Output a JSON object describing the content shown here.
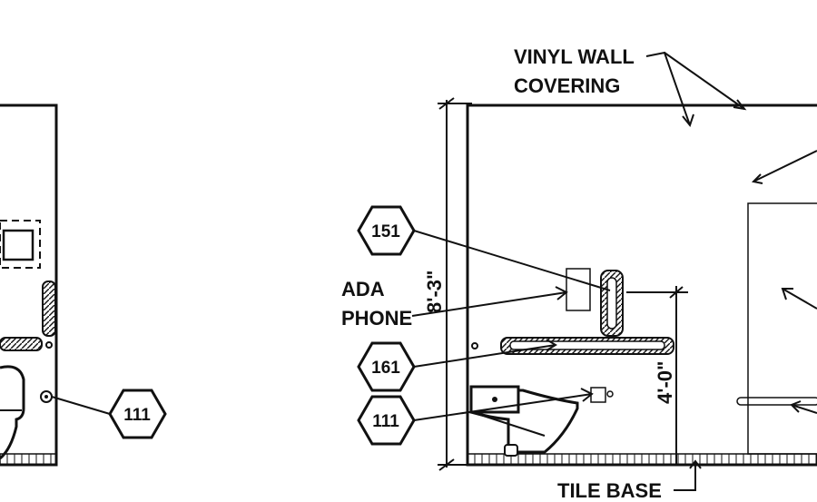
{
  "labels": {
    "vinyl_line1": "VINYL WALL",
    "vinyl_line2": "COVERING",
    "ada_line1": "ADA",
    "ada_line2": "PHONE",
    "tile_base": "TILE BASE",
    "dim_height": "8'-3\"",
    "dim_grab": "4'-0\""
  },
  "tags": {
    "left_111": "111",
    "tag_151": "151",
    "tag_161": "161",
    "tag_111": "111"
  }
}
